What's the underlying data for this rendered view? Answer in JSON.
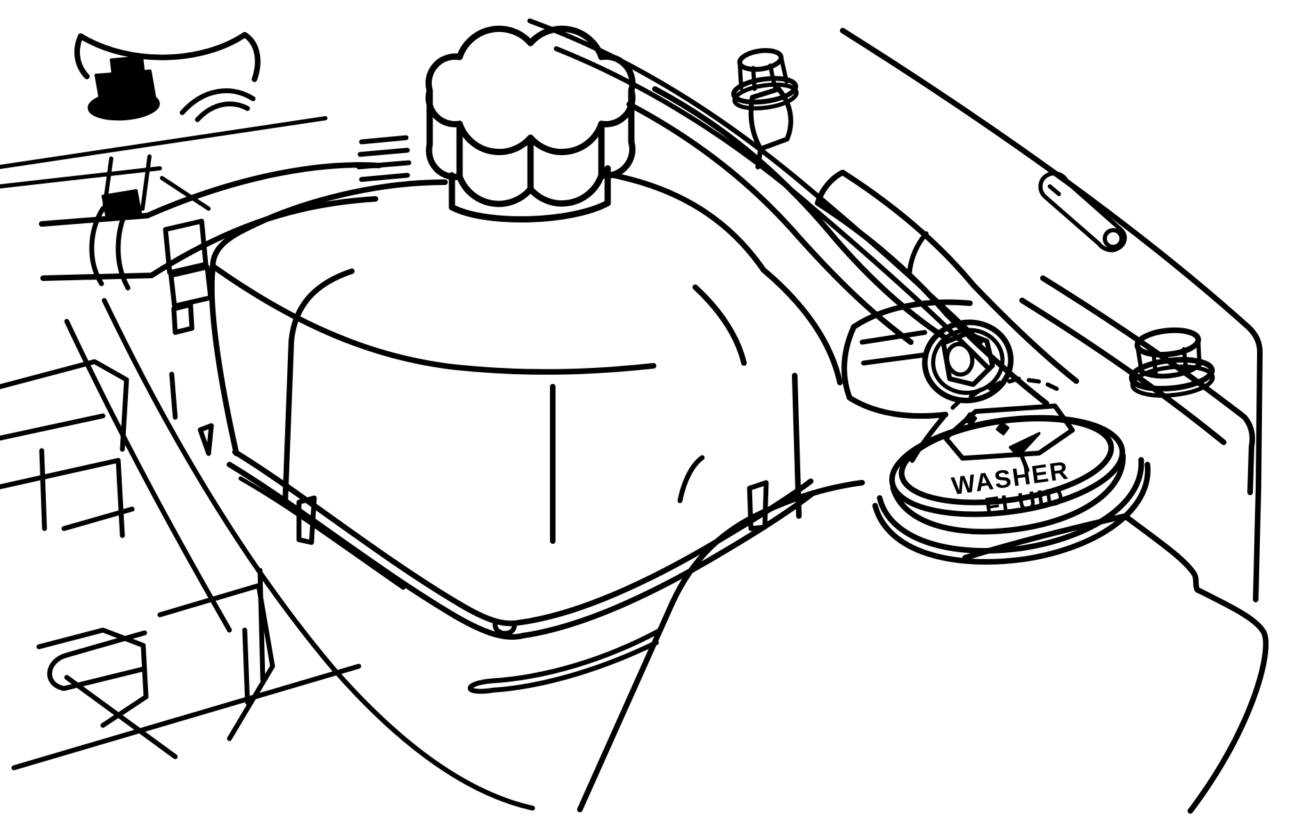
{
  "diagram": {
    "title": "Engine compartment line illustration - coolant surge tank and washer fluid reservoir",
    "style": "black line art on white",
    "colors": {
      "line": "#000000",
      "background": "#ffffff"
    },
    "washer_cap": {
      "line1": "WASHER",
      "line2": "FLUID"
    },
    "icons": [
      {
        "name": "wiper-spray-icon",
        "meaning": "windshield washer spray symbol on reservoir cap"
      }
    ],
    "components": [
      "coolant pressure cap (scalloped knob)",
      "coolant surge tank with mounting flange",
      "radiator hose with clamp and fitting",
      "washer fluid reservoir",
      "washer fluid cap with wiper-spray icon",
      "mounting bracket with flange bolt",
      "hex bolt with washer (top right)",
      "hex flange bolt on fender rail",
      "retaining pin",
      "stud nut (top left)",
      "hood edge and cowl lines",
      "engine components (lower left)"
    ]
  }
}
